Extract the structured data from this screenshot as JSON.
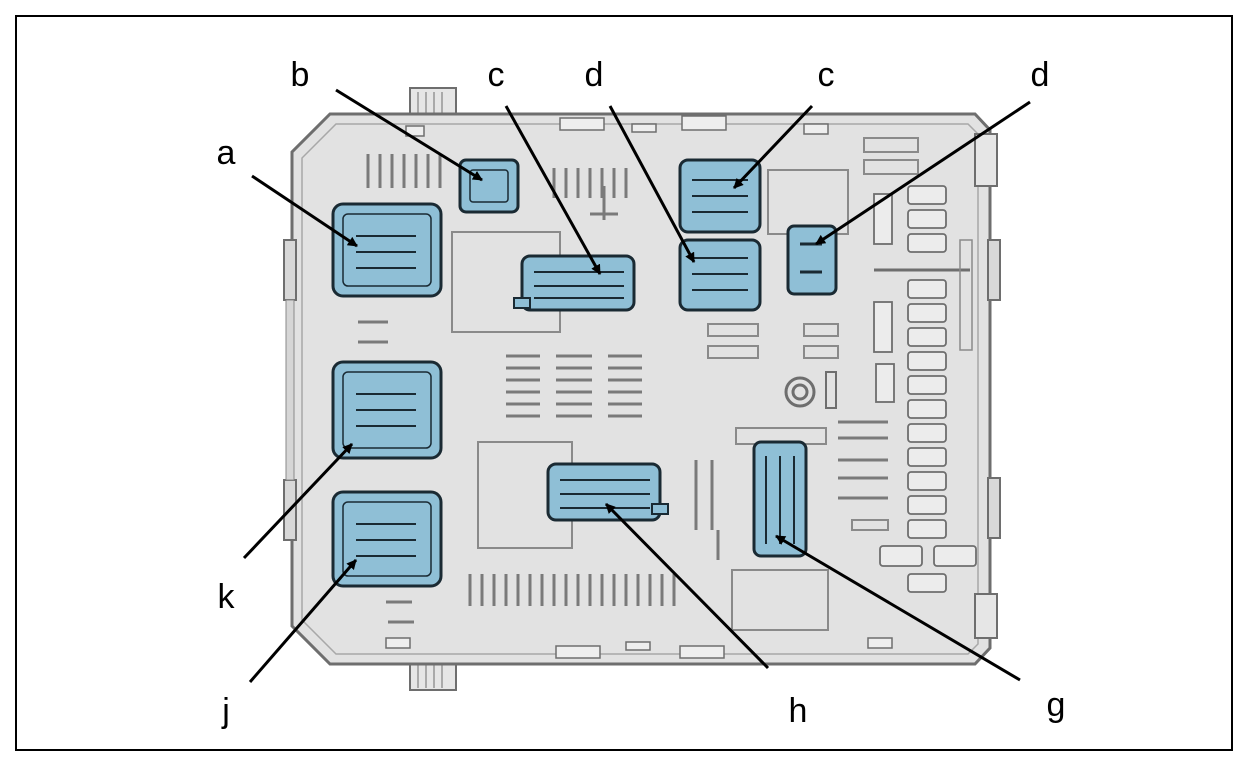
{
  "colors": {
    "border": "#000000",
    "housing_fill": "#e2e2e2",
    "housing_stroke": "#6e6e6e",
    "connector_fill": "#8fbfd6",
    "connector_stroke": "#1a2a33",
    "arrow": "#000000"
  },
  "callouts": [
    {
      "id": "a",
      "text": "a"
    },
    {
      "id": "b",
      "text": "b"
    },
    {
      "id": "c1",
      "text": "c"
    },
    {
      "id": "d1",
      "text": "d"
    },
    {
      "id": "c2",
      "text": "c"
    },
    {
      "id": "d2",
      "text": "d"
    },
    {
      "id": "k",
      "text": "k"
    },
    {
      "id": "j",
      "text": "j"
    },
    {
      "id": "h",
      "text": "h"
    },
    {
      "id": "g",
      "text": "g"
    }
  ]
}
